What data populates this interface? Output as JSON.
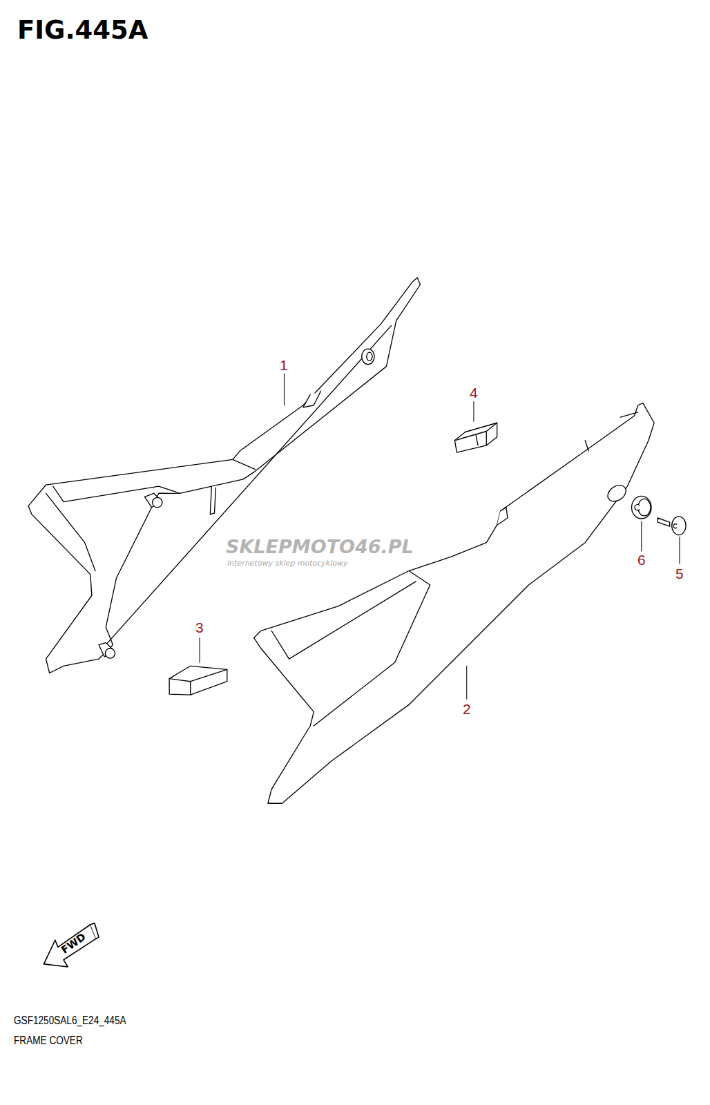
{
  "diagram": {
    "title": "FIG.445A",
    "caption": "FRAME COVER",
    "labels": [
      "1",
      "4",
      "SKLEPMOTO46.PL",
      "internetowy sklep motocyklowy",
      "6",
      "5",
      "3",
      "2",
      "FWD",
      "GSF1250SAL6_E24_445A"
    ]
  }
}
